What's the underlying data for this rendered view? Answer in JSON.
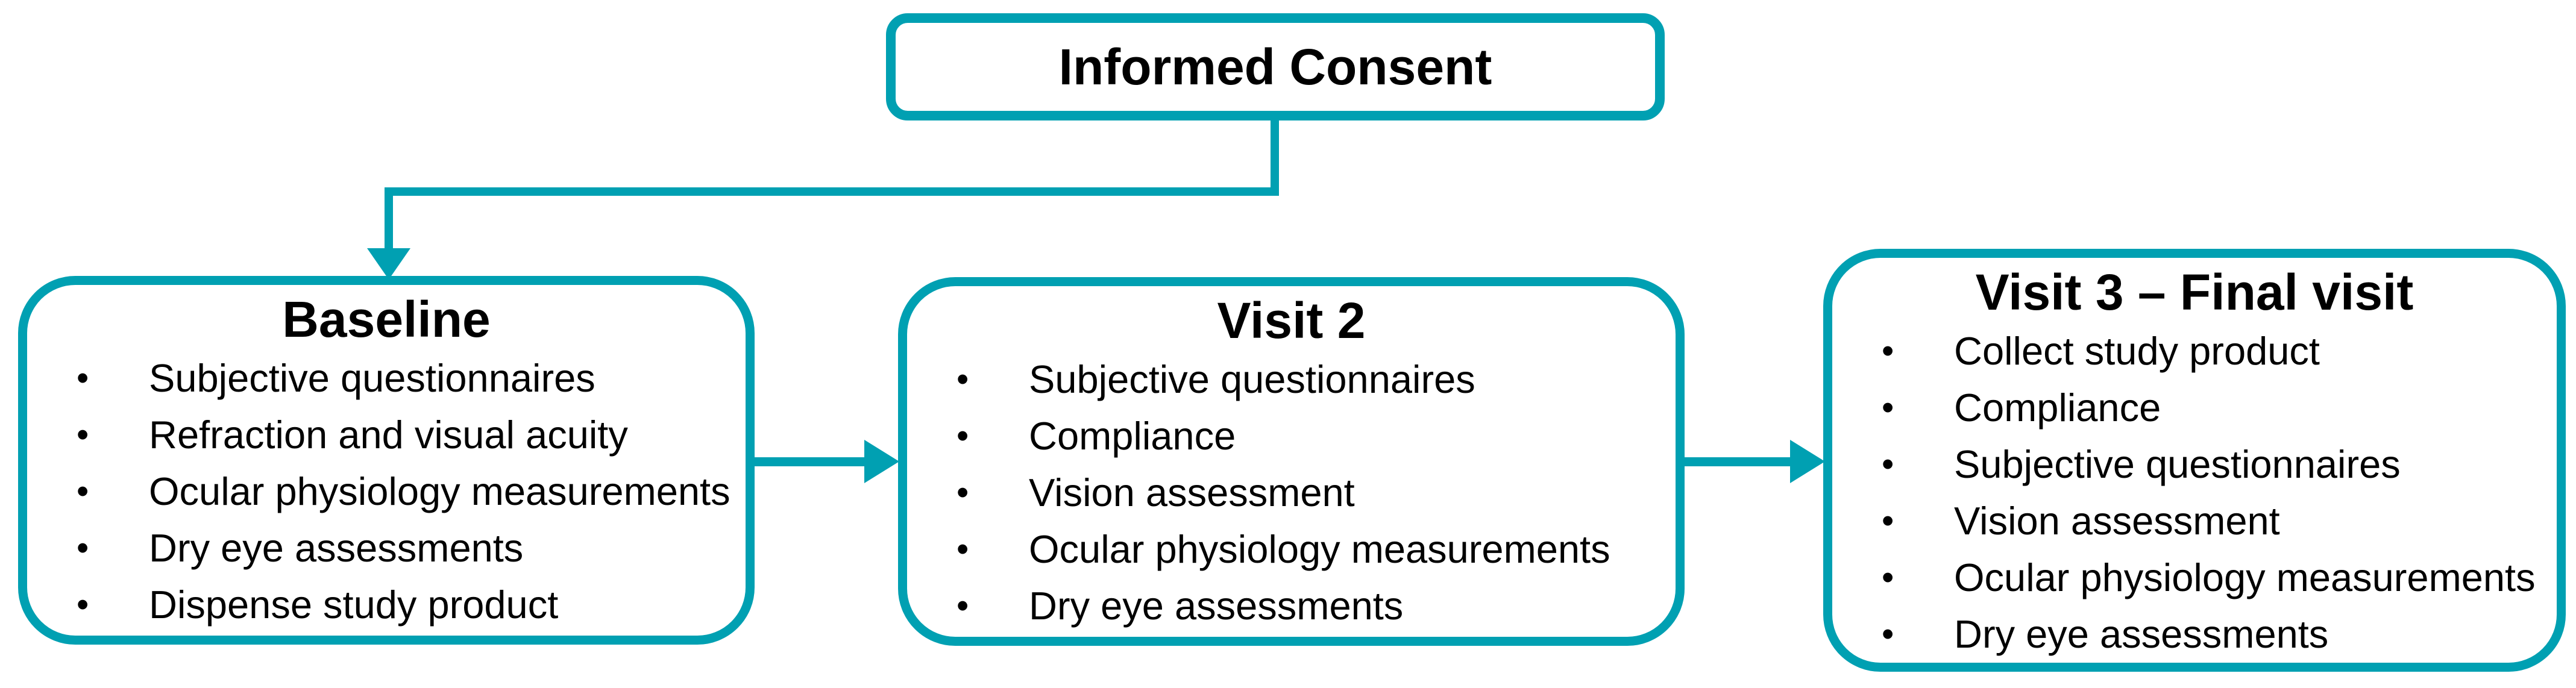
{
  "colors": {
    "accent": "#00a0b2",
    "text": "#000000",
    "background": "#ffffff"
  },
  "bullet_char": "•",
  "flowchart": {
    "consent": {
      "title": "Informed Consent"
    },
    "stages": [
      {
        "title": "Baseline",
        "items": [
          "Subjective questionnaires",
          "Refraction and visual acuity",
          "Ocular physiology measurements",
          "Dry eye assessments",
          "Dispense study product"
        ]
      },
      {
        "title": "Visit 2",
        "items": [
          "Subjective questionnaires",
          "Compliance",
          "Vision assessment",
          "Ocular physiology measurements",
          "Dry eye assessments"
        ]
      },
      {
        "title": "Visit 3 – Final visit",
        "items": [
          "Collect study product",
          "Compliance",
          "Subjective questionnaires",
          "Vision assessment",
          "Ocular physiology measurements",
          "Dry eye assessments"
        ]
      }
    ]
  }
}
